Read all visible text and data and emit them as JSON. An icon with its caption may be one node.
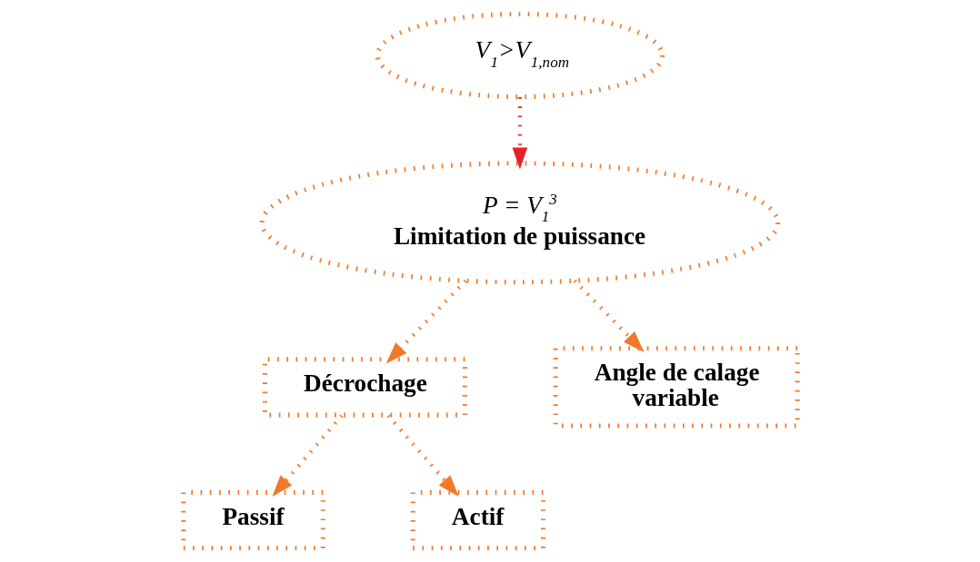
{
  "diagram": {
    "nodes": [
      {
        "text": [
          "V$_{1}$>V$_{1,nom}$"
        ]
      },
      {
        "text": [
          "P = V$_{1}$$^{3}$",
          "Limitation de puissance"
        ]
      },
      {
        "text": [
          "Décrochage"
        ]
      },
      {
        "text": [
          "Angle de calage variable"
        ]
      },
      {
        "text": [
          "Passif"
        ]
      },
      {
        "text": [
          "Actif"
        ]
      }
    ],
    "edges": [
      {
        "from": 0,
        "to": 1,
        "arrow": "to",
        "color": "#e8202a"
      },
      {
        "from": 1,
        "to": 2,
        "arrow": "to"
      },
      {
        "from": 1,
        "to": 3,
        "arrow": "to"
      },
      {
        "from": 2,
        "to": 4,
        "arrow": "to"
      },
      {
        "from": 2,
        "to": 5,
        "arrow": "to"
      }
    ]
  }
}
